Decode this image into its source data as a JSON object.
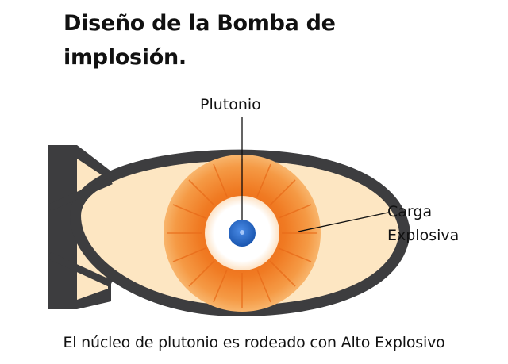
{
  "title": "Diseño de la Bomba de implosión.",
  "labels": {
    "core": "Plutonio",
    "charge_line1": "Carga",
    "charge_line2": "Explosiva"
  },
  "caption": "El núcleo de plutonio es rodeado con Alto Explosivo",
  "colors": {
    "casing": "#3d3d3f",
    "body_fill": "#fde6c2",
    "explosive_outer": "#f7a24a",
    "explosive_inner": "#f0781f",
    "white_layer": "#ffffff",
    "core_blue": "#1e63c4"
  }
}
